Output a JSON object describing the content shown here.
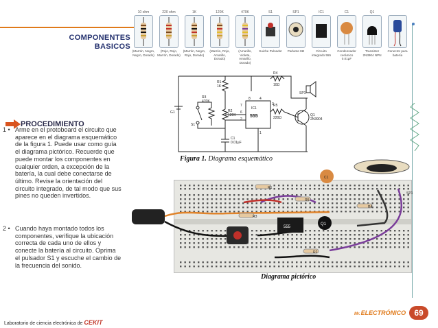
{
  "header": {
    "title_line1": "COMPONENTES",
    "title_line2": "BASICOS"
  },
  "components": [
    {
      "value": "10 ohm",
      "desc": "(Marrón, Negro, Negro, Dorado)",
      "kind": "resistor",
      "bands": [
        "#7a4a20",
        "#111111",
        "#111111",
        "#c8a030"
      ]
    },
    {
      "value": "220 ohm",
      "desc": "(Rojo, Rojo, Marrón, Dorado)",
      "kind": "resistor",
      "bands": [
        "#c0302a",
        "#c0302a",
        "#7a4a20",
        "#c8a030"
      ]
    },
    {
      "value": "1K",
      "desc": "(Marrón, Negro, Rojo, Dorado)",
      "kind": "resistor",
      "bands": [
        "#7a4a20",
        "#111111",
        "#c0302a",
        "#c8a030"
      ]
    },
    {
      "value": "120K",
      "desc": "(Marrón, Rojo, Amarillo, Dorado)",
      "kind": "resistor",
      "bands": [
        "#7a4a20",
        "#c0302a",
        "#e3c02a",
        "#c8a030"
      ]
    },
    {
      "value": "470K",
      "desc": "(Amarillo, Violeta, Amarillo, Dorado)",
      "kind": "resistor",
      "bands": [
        "#e3c02a",
        "#7a3d9a",
        "#e3c02a",
        "#c8a030"
      ]
    },
    {
      "value": "S1",
      "desc": "Suiche Pulsador",
      "kind": "switch"
    },
    {
      "value": "SP1",
      "desc": "Parlante 8Ω",
      "kind": "speaker"
    },
    {
      "value": "IC1",
      "desc": "Circuito integrado 555",
      "kind": "ic"
    },
    {
      "value": "C1",
      "desc": "Condensador cerámico 0.01µF",
      "kind": "cap"
    },
    {
      "value": "Q1",
      "desc": "Transistor 2N3904 NPN",
      "kind": "transistor"
    },
    {
      "value": "",
      "desc": "Conector para batería",
      "kind": "connector"
    }
  ],
  "procedure": {
    "title": "PROCEDIMIENTO",
    "steps": [
      {
        "num": "1 •",
        "text": "Arme en el protoboard el circuito que aparece en el diagrama esquemático de la figura 1. Puede usar como guía el diagrama pictórico. Recuerde que puede montar los componentes en cualquier orden, a excepción de la batería, la cual debe conectarse de último. Revise la orientación del circuito integrado, de tal modo que sus pines no queden invertidos."
      },
      {
        "num": "2 •",
        "text": "Cuando haya montado todos los componentes, verifique la ubicación correcta de cada uno de ellos y conecte la batería al circuito. Oprima el pulsador S1 y escuche el cambio de la frecuencia del sonido."
      }
    ]
  },
  "schematic": {
    "caption_bold": "Figura 1.",
    "caption_rest": " Diagrama esquemático",
    "labels": {
      "r1": "R1",
      "r1v": "1K",
      "r2": "R2",
      "r2v": "120K",
      "r3": "R3",
      "r3v": "470K",
      "r4": "R4",
      "r4v": "10Ω",
      "r5": "R5",
      "r5v": "220Ω",
      "ic": "IC1",
      "icv": "555",
      "q": "Q1",
      "qv": "2N3904",
      "c": "C1",
      "cv": "0.01µF",
      "s": "S1",
      "sp": "SP1",
      "g": "G1",
      "p8": "8",
      "p4": "4",
      "p3": "3",
      "p7": "7",
      "p6": "6",
      "p2": "2",
      "p1": "1"
    }
  },
  "pictorial": {
    "caption": "Diagrama pictórico",
    "labels": {
      "r1": "R1",
      "r3": "R3",
      "r4": "R4",
      "r5": "R5",
      "ic": "555",
      "q": "Q1",
      "c": "C1",
      "sp": "SP1",
      "r2": "R2"
    }
  },
  "footer": {
    "text": "Laboratorio de ciencia electrónica de ",
    "brand": "CEKIT",
    "logo_top": "Mr.",
    "logo": "ELECTRÓNICO",
    "page": "69"
  }
}
